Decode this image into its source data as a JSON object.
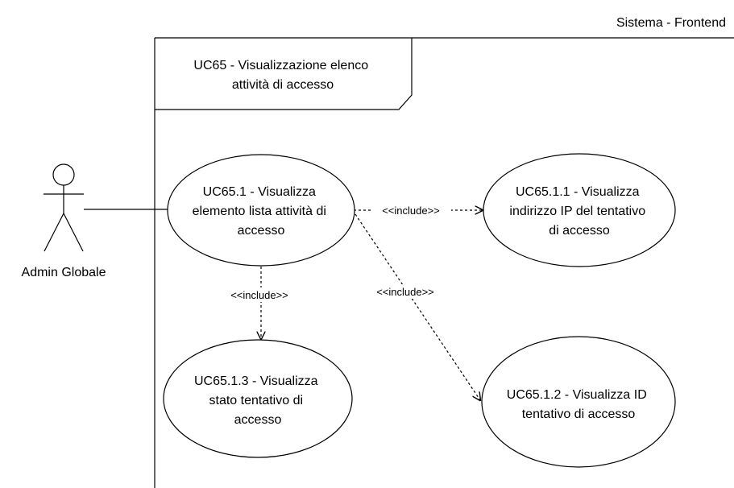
{
  "system": {
    "label": "Sistema - Frontend",
    "frame_title": [
      "UC65 - Visualizzazione elenco",
      "attività di accesso"
    ]
  },
  "actor": {
    "label": "Admin Globale"
  },
  "use_cases": [
    {
      "id": "uc65-1",
      "lines": [
        "UC65.1 - Visualizza",
        "elemento lista attività di",
        "accesso"
      ]
    },
    {
      "id": "uc65-1-1",
      "lines": [
        "UC65.1.1 - Visualizza",
        "indirizzo IP del tentativo",
        "di accesso"
      ]
    },
    {
      "id": "uc65-1-3",
      "lines": [
        "UC65.1.3 - Visualizza",
        "stato tentativo di",
        "accesso"
      ]
    },
    {
      "id": "uc65-1-2",
      "lines": [
        "UC65.1.2 - Visualizza ID",
        "tentativo di accesso"
      ]
    }
  ],
  "relations": {
    "include_label": "<<include>>"
  }
}
